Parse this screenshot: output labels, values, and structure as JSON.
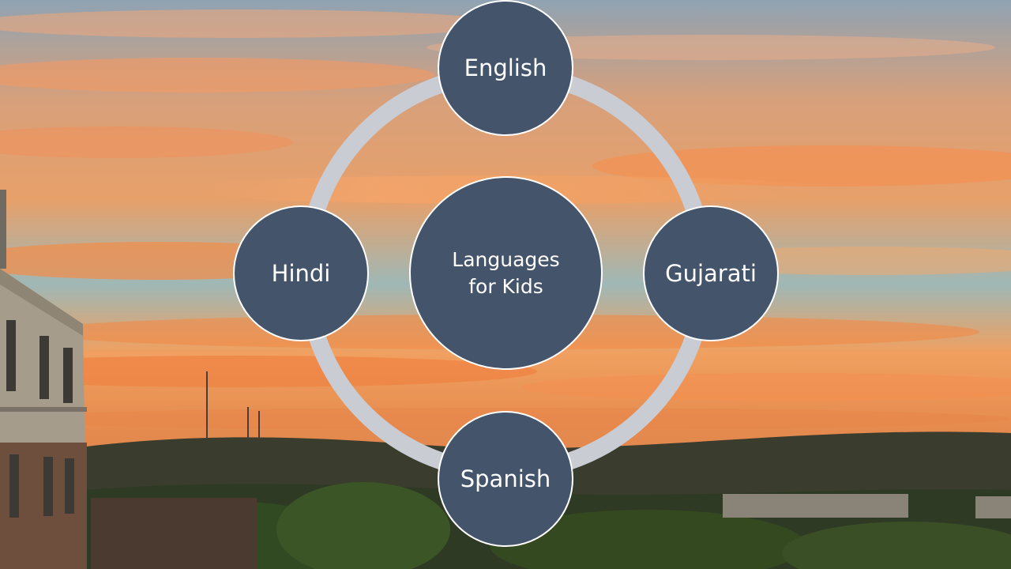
{
  "diagram": {
    "center_label": "Languages for Kids",
    "nodes": [
      {
        "label": "English"
      },
      {
        "label": "Gujarati"
      },
      {
        "label": "Spanish"
      },
      {
        "label": "Hindi"
      }
    ]
  },
  "colors": {
    "node_fill": "#44546a",
    "node_border": "#ffffff",
    "ring": "#c9ccd3",
    "text": "#ffffff"
  }
}
